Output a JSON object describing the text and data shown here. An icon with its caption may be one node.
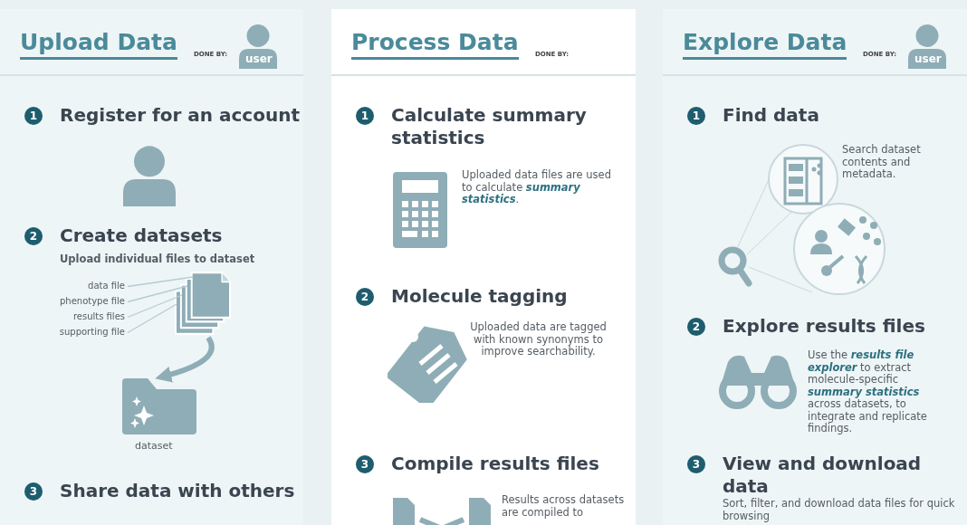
{
  "diagram": {
    "nodes": [
      {
        "text": [
          "Upload Data",
          "DONE BY:",
          "user"
        ]
      },
      {
        "text": [
          "1",
          "Register for an account"
        ],
        "in": 0
      },
      {
        "text": [
          "2",
          "Create datasets",
          "Upload individual files to dataset"
        ],
        "in": 0
      },
      {
        "text": [
          "data file"
        ],
        "in": 0
      },
      {
        "text": [
          "phenotype file"
        ],
        "in": 0
      },
      {
        "text": [
          "results files"
        ],
        "in": 0
      },
      {
        "text": [
          "supporting file"
        ],
        "in": 0
      },
      {
        "text": [],
        "shape": "picture",
        "in": 0
      },
      {
        "text": [],
        "shape": "picture",
        "beside": [
          "dataset"
        ],
        "in": 0
      },
      {
        "text": [
          "3",
          "Share data with others"
        ],
        "in": 0
      },
      {
        "text": [
          "Process Data",
          "DONE BY:"
        ]
      },
      {
        "text": [
          "1",
          "Calculate summary statistics",
          "Uploaded data files are used to calculate **summary statistics**."
        ],
        "in": 10
      },
      {
        "text": [
          "2",
          "Molecule tagging",
          "Uploaded data are tagged with known synonyms to improve searchability."
        ],
        "in": 10
      },
      {
        "text": [
          "3",
          "Compile results files",
          "Results across datasets are compiled to"
        ],
        "in": 10
      },
      {
        "text": [
          "Explore Data",
          "DONE BY:",
          "user"
        ]
      },
      {
        "text": [
          "1",
          "Find data",
          "Search dataset contents and metadata."
        ],
        "in": 14
      },
      {
        "text": [
          "2",
          "Explore results files",
          "Use the **results file explorer** to extract molecule-specific **summary statistics** across datasets, to integrate and replicate findings."
        ],
        "in": 14
      },
      {
        "text": [
          "3",
          "View and download data",
          "Sort, filter, and download data files for quick browsing"
        ],
        "in": 14
      }
    ],
    "edges": [
      {
        "from": 3,
        "to": 7,
        "arrow": "none"
      },
      {
        "from": 4,
        "to": 7,
        "arrow": "none"
      },
      {
        "from": 5,
        "to": 7,
        "arrow": "none"
      },
      {
        "from": 6,
        "to": 7,
        "arrow": "none"
      },
      {
        "from": 7,
        "to": 8,
        "arrow": "to",
        "style": "thick"
      }
    ]
  }
}
